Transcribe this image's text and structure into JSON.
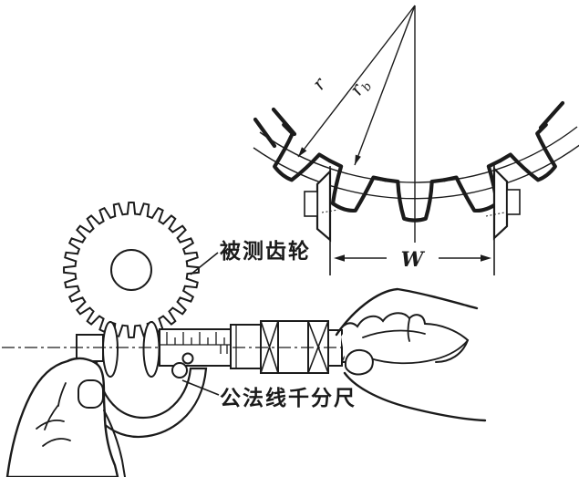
{
  "figure": {
    "labels": {
      "measured_gear": "被测齿轮",
      "span_micrometer": "公法线千分尺",
      "pitch_radius": "r",
      "base_radius_main": "r",
      "base_radius_sub": "b",
      "span_width": "W"
    },
    "colors": {
      "ink": "#1b1b1b",
      "paper": "#ffffff"
    }
  }
}
